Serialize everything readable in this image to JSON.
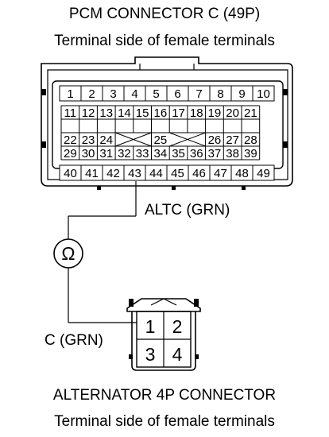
{
  "pcm": {
    "title": "PCM CONNECTOR C (49P)",
    "subtitle": "Terminal side of female terminals",
    "row1": [
      "1",
      "2",
      "3",
      "4",
      "5",
      "6",
      "7",
      "8",
      "9",
      "10"
    ],
    "row2": [
      "11",
      "12",
      "13",
      "14",
      "15",
      "16",
      "17",
      "18",
      "19",
      "20",
      "21"
    ],
    "row3_left": [
      "22",
      "23",
      "24"
    ],
    "row3_mid": "25",
    "row3_right": [
      "26",
      "27",
      "28"
    ],
    "row4": [
      "29",
      "30",
      "31",
      "32",
      "33",
      "34",
      "35",
      "36",
      "37",
      "38",
      "39"
    ],
    "row5": [
      "40",
      "41",
      "42",
      "43",
      "44",
      "45",
      "46",
      "47",
      "48",
      "49"
    ]
  },
  "wire": {
    "altc_label": "ALTC (GRN)",
    "c_label": "C (GRN)",
    "meter_symbol": "Ω"
  },
  "alternator": {
    "terminals": [
      "1",
      "2",
      "3",
      "4"
    ],
    "title": "ALTERNATOR 4P CONNECTOR",
    "subtitle": "Terminal side of female terminals"
  }
}
